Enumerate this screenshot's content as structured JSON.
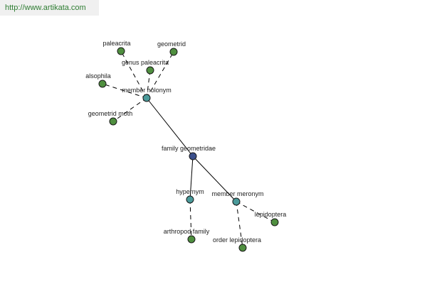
{
  "source_url": "http://www.artikata.com",
  "colors": {
    "focus": "#3b4f8c",
    "relation": "#4a9a9a",
    "term": "#4f8f3f"
  },
  "graph": {
    "nodes": [
      {
        "id": "family-geometridae",
        "label": "family geometridae",
        "kind": "focus"
      },
      {
        "id": "member-holonym",
        "label": "member holonym",
        "kind": "relation"
      },
      {
        "id": "hypernym",
        "label": "hypernym",
        "kind": "relation"
      },
      {
        "id": "member-meronym",
        "label": "member meronym",
        "kind": "relation"
      },
      {
        "id": "paleacrita",
        "label": "paleacrita",
        "kind": "term"
      },
      {
        "id": "geometrid",
        "label": "geometrid",
        "kind": "term"
      },
      {
        "id": "genus-paleacrita",
        "label": "genus paleacrita",
        "kind": "term"
      },
      {
        "id": "alsophila",
        "label": "alsophila",
        "kind": "term"
      },
      {
        "id": "geometrid-moth",
        "label": "geometrid moth",
        "kind": "term"
      },
      {
        "id": "arthropod-family",
        "label": "arthropod family",
        "kind": "term"
      },
      {
        "id": "lepidoptera",
        "label": "lepidoptera",
        "kind": "term"
      },
      {
        "id": "order-lepidoptera",
        "label": "order lepidoptera",
        "kind": "term"
      }
    ],
    "edges": [
      {
        "from": "family-geometridae",
        "to": "member-holonym",
        "style": "solid"
      },
      {
        "from": "family-geometridae",
        "to": "hypernym",
        "style": "solid"
      },
      {
        "from": "family-geometridae",
        "to": "member-meronym",
        "style": "solid"
      },
      {
        "from": "member-holonym",
        "to": "paleacrita",
        "style": "dashed"
      },
      {
        "from": "member-holonym",
        "to": "geometrid",
        "style": "dashed"
      },
      {
        "from": "member-holonym",
        "to": "genus-paleacrita",
        "style": "dashed"
      },
      {
        "from": "member-holonym",
        "to": "alsophila",
        "style": "dashed"
      },
      {
        "from": "member-holonym",
        "to": "geometrid-moth",
        "style": "dashed"
      },
      {
        "from": "hypernym",
        "to": "arthropod-family",
        "style": "dashed"
      },
      {
        "from": "member-meronym",
        "to": "lepidoptera",
        "style": "dashed"
      },
      {
        "from": "member-meronym",
        "to": "order-lepidoptera",
        "style": "dashed"
      }
    ]
  }
}
